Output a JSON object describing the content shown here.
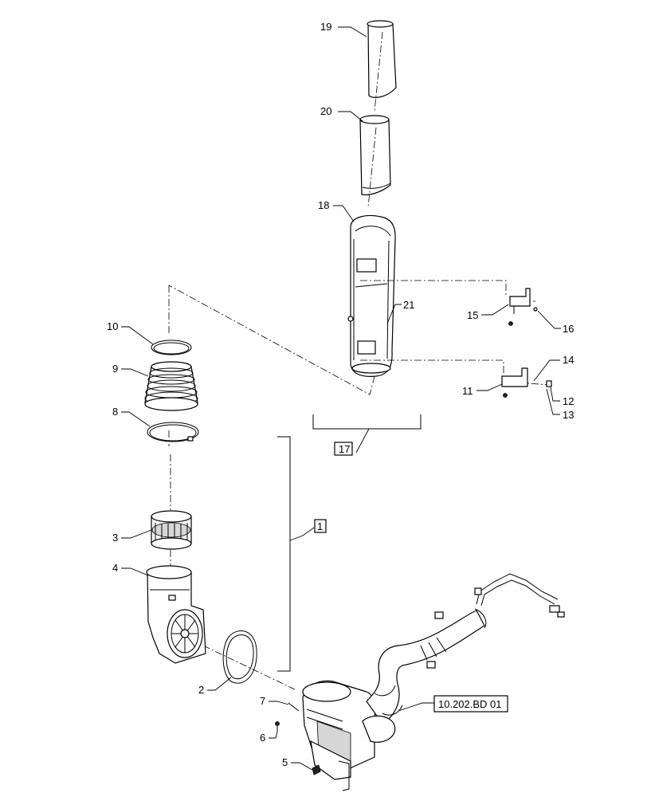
{
  "callouts": {
    "c1": "1",
    "c2": "2",
    "c3": "3",
    "c4": "4",
    "c5": "5",
    "c6": "6",
    "c7": "7",
    "c8": "8",
    "c9": "9",
    "c10": "10",
    "c11": "11",
    "c12": "12",
    "c13": "13",
    "c14": "14",
    "c15": "15",
    "c16": "16",
    "c17": "17",
    "c18": "18",
    "c19": "19",
    "c20": "20",
    "c21": "21"
  },
  "references": {
    "assembly_box": "1",
    "group_box": "17",
    "ref_box": "10.202.BD 01"
  }
}
